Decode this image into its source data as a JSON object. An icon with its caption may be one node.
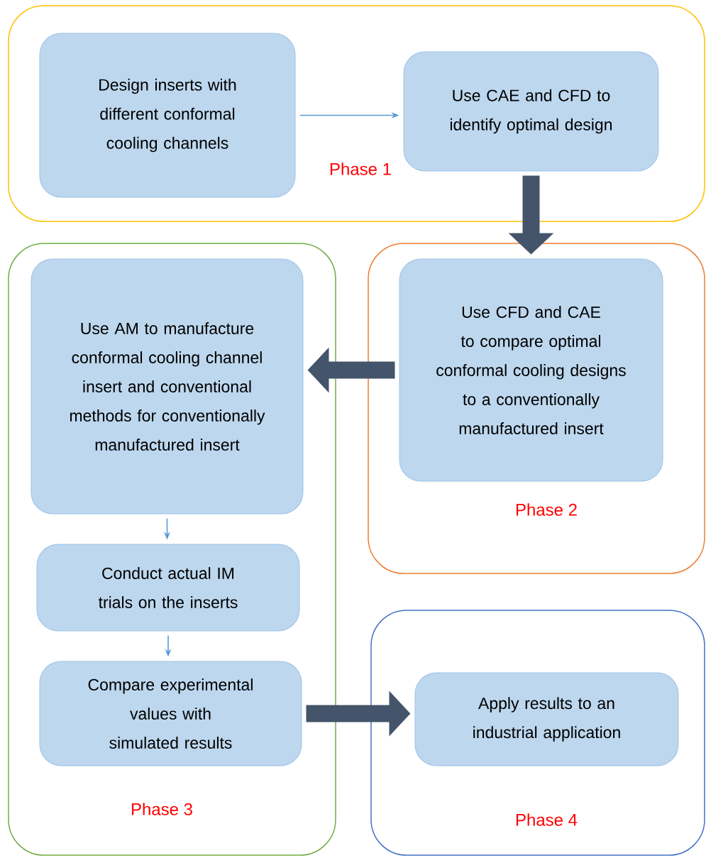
{
  "diagram": {
    "nodes": [
      {
        "text": [
          "Phase 1"
        ]
      },
      {
        "text": [
          "Design inserts with different conformal cooling channels"
        ],
        "in": 0
      },
      {
        "text": [
          "Use CAE and CFD to identify optimal design"
        ],
        "in": 0
      },
      {
        "text": [
          "Phase 2"
        ]
      },
      {
        "text": [
          "Use CFD and CAE to compare optimal conformal cooling designs to a conventionally manufactured insert"
        ],
        "in": 3
      },
      {
        "text": [
          "Phase 3"
        ]
      },
      {
        "text": [
          "Use AM to manufacture conformal cooling channel insert and conventional methods for conventionally manufactured insert"
        ],
        "in": 5
      },
      {
        "text": [
          "Conduct actual IM trials on the inserts"
        ],
        "in": 5
      },
      {
        "text": [
          "Compare experimental values with simulated results"
        ],
        "in": 5
      },
      {
        "text": [
          "Phase 4"
        ]
      },
      {
        "text": [
          "Apply results to an industrial application"
        ],
        "in": 9
      }
    ],
    "edges": [
      {
        "from": 1,
        "to": 2,
        "arrow": "to"
      },
      {
        "from": 2,
        "to": 4,
        "arrow": "to",
        "style": "thick",
        "color": "#44546a"
      },
      {
        "from": 4,
        "to": 6,
        "arrow": "to",
        "style": "thick",
        "color": "#44546a"
      },
      {
        "from": 6,
        "to": 7,
        "arrow": "to"
      },
      {
        "from": 7,
        "to": 8,
        "arrow": "to"
      },
      {
        "from": 8,
        "to": 10,
        "arrow": "to",
        "style": "thick",
        "color": "#44546a"
      }
    ]
  }
}
